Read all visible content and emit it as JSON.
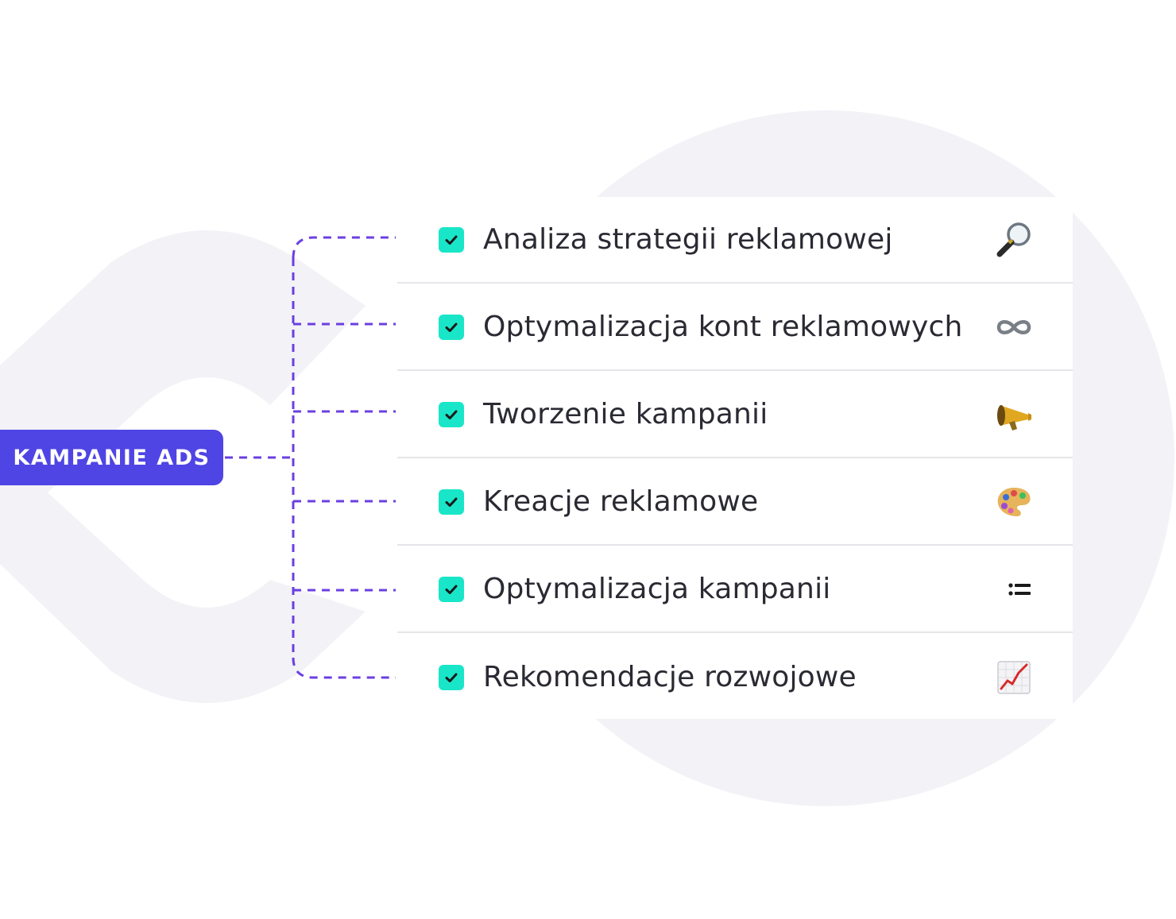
{
  "badge": {
    "label": "KAMPANIE ADS"
  },
  "colors": {
    "accent": "#4f45e4",
    "connector": "#6b3fe0",
    "check": "#19e6c8",
    "background_shape": "#f2f2f7",
    "text": "#2a2a33"
  },
  "items": [
    {
      "label": "Analiza strategii reklamowej",
      "icon": "magnifying-glass-icon",
      "checked": true
    },
    {
      "label": "Optymalizacja kont reklamowych",
      "icon": "infinity-icon",
      "checked": true
    },
    {
      "label": "Tworzenie kampanii",
      "icon": "megaphone-icon",
      "checked": true
    },
    {
      "label": "Kreacje reklamowe",
      "icon": "artist-palette-icon",
      "checked": true
    },
    {
      "label": "Optymalizacja kampanii",
      "icon": "bulleted-list-icon",
      "checked": true
    },
    {
      "label": "Rekomendacje rozwojowe",
      "icon": "chart-increasing-icon",
      "checked": true
    }
  ]
}
